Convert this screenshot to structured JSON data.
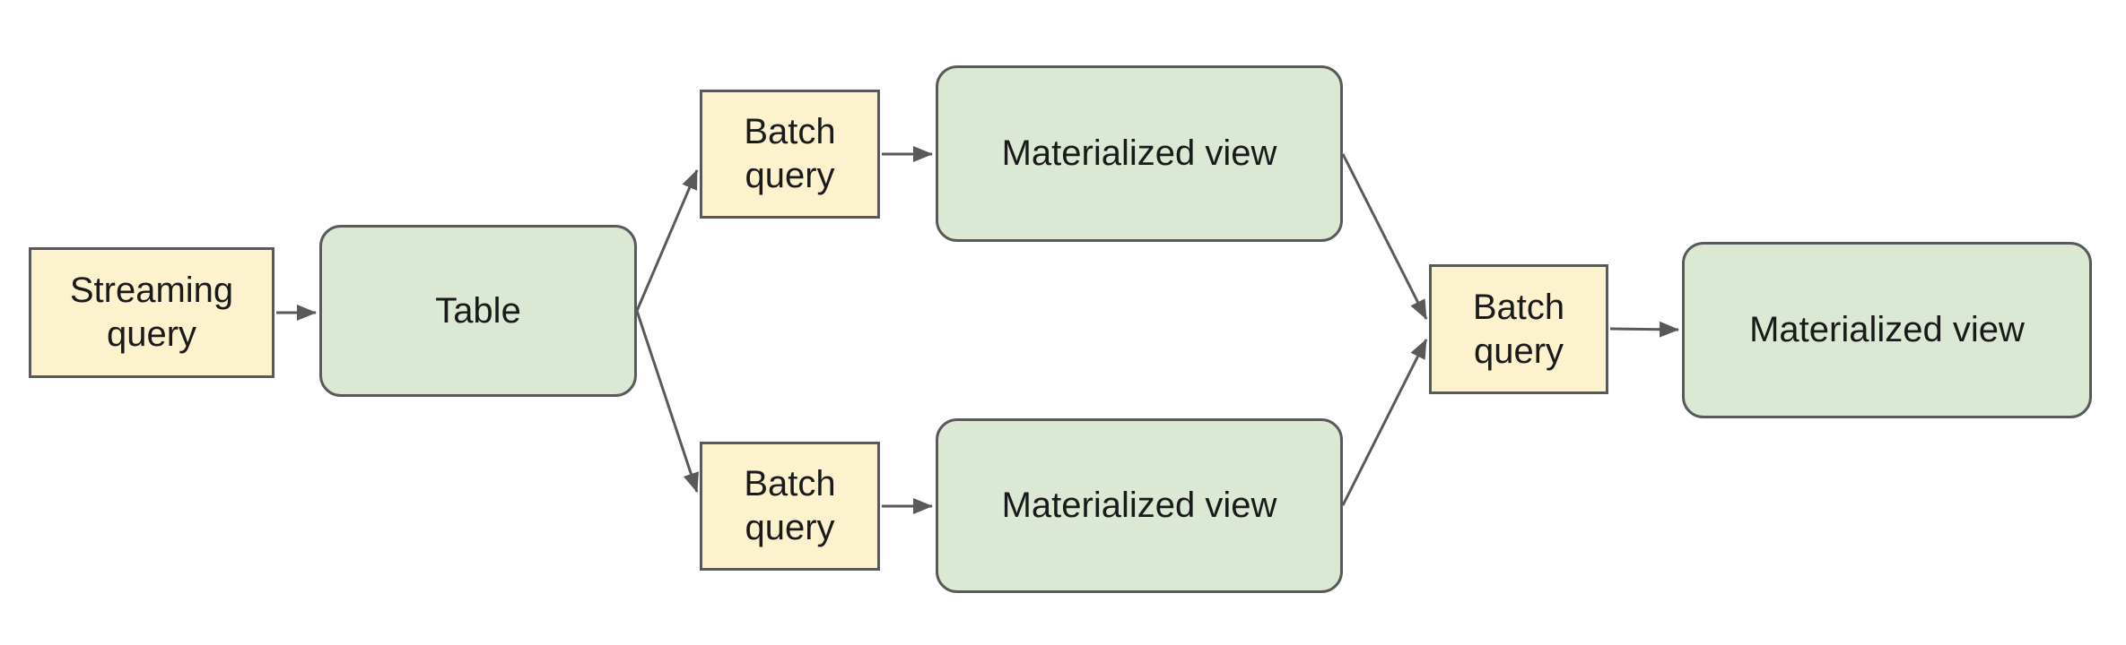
{
  "colors": {
    "canvas-bg": "#ffffff",
    "node-yellow-fill": "#fcf3ce",
    "node-green-fill": "#dbe8d4",
    "node-border": "#595959",
    "connector": "#595959",
    "text": "#1a1a1a"
  },
  "diagram": {
    "nodes": [
      {
        "id": "streaming-query",
        "label": "Streaming query",
        "shape": "rectangle",
        "color": "yellow"
      },
      {
        "id": "table",
        "label": "Table",
        "shape": "rounded-rectangle",
        "color": "green"
      },
      {
        "id": "batch-query-top",
        "label": "Batch query",
        "shape": "rectangle",
        "color": "yellow"
      },
      {
        "id": "materialized-view-top",
        "label": "Materialized view",
        "shape": "rounded-rectangle",
        "color": "green"
      },
      {
        "id": "batch-query-bottom",
        "label": "Batch query",
        "shape": "rectangle",
        "color": "yellow"
      },
      {
        "id": "materialized-view-bottom",
        "label": "Materialized view",
        "shape": "rounded-rectangle",
        "color": "green"
      },
      {
        "id": "batch-query-right",
        "label": "Batch query",
        "shape": "rectangle",
        "color": "yellow"
      },
      {
        "id": "materialized-view-right",
        "label": "Materialized view",
        "shape": "rounded-rectangle",
        "color": "green"
      }
    ],
    "edges": [
      {
        "from": "streaming-query",
        "to": "table"
      },
      {
        "from": "table",
        "to": "batch-query-top"
      },
      {
        "from": "table",
        "to": "batch-query-bottom"
      },
      {
        "from": "batch-query-top",
        "to": "materialized-view-top"
      },
      {
        "from": "batch-query-bottom",
        "to": "materialized-view-bottom"
      },
      {
        "from": "materialized-view-top",
        "to": "batch-query-right"
      },
      {
        "from": "materialized-view-bottom",
        "to": "batch-query-right"
      },
      {
        "from": "batch-query-right",
        "to": "materialized-view-right"
      }
    ]
  }
}
